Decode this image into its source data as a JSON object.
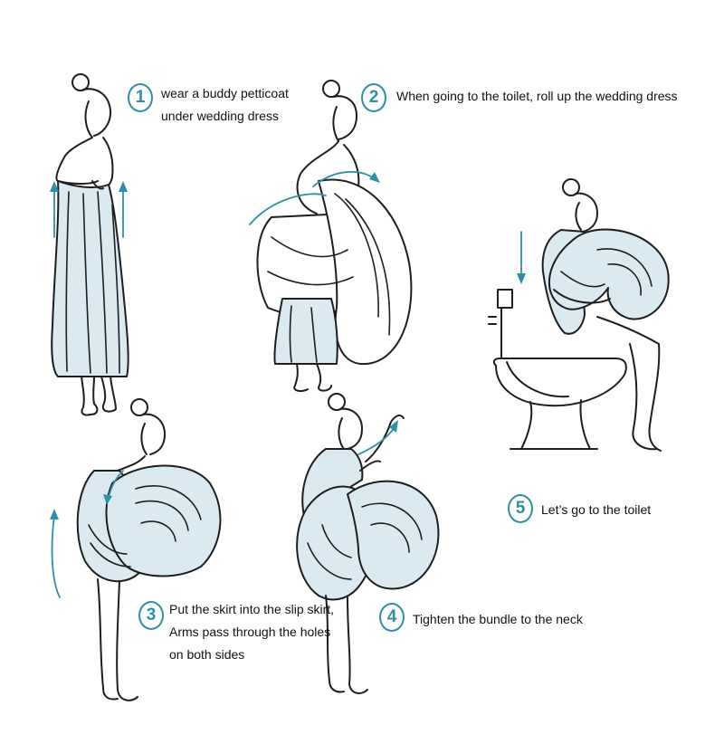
{
  "steps": [
    {
      "number": "1",
      "lines": [
        "wear a buddy petticoat",
        "under wedding dress"
      ]
    },
    {
      "number": "2",
      "lines": [
        "When going to the toilet, roll up the wedding dress"
      ]
    },
    {
      "number": "3",
      "lines": [
        "Put the skirt into the slip skirt,",
        "Arms pass through the holes",
        "on both sides"
      ]
    },
    {
      "number": "4",
      "lines": [
        "Tighten the bundle to the neck"
      ]
    },
    {
      "number": "5",
      "lines": [
        "Let’s go to the toilet"
      ]
    }
  ],
  "colors": {
    "accent": "#2f8fa6",
    "dress_fill": "#dbeaf0",
    "line": "#1e1e1e"
  }
}
